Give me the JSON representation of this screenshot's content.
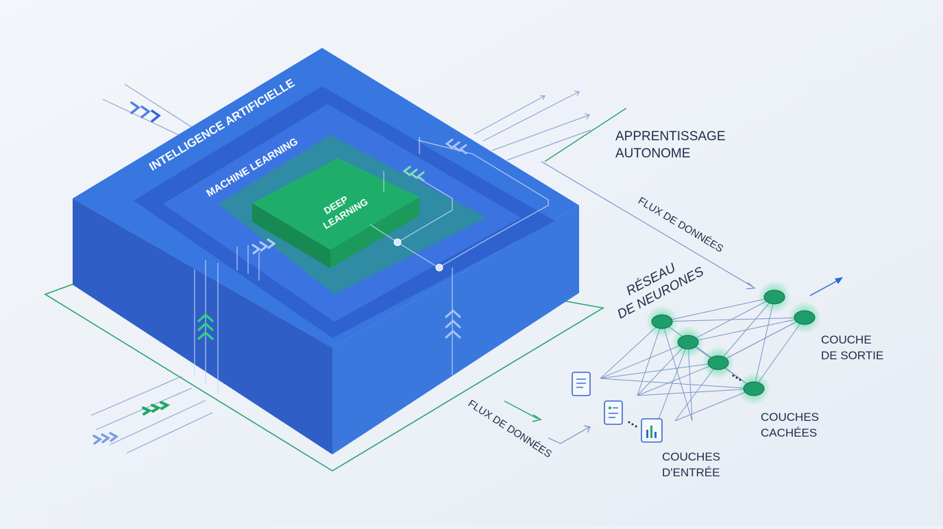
{
  "labels": {
    "ai": "INTELLIGENCE ARTIFICIELLE",
    "ml": "MACHINE LEARNING",
    "dl_line1": "DEEP",
    "dl_line2": "LEARNING",
    "autonomous_line1": "APPRENTISSAGE",
    "autonomous_line2": "AUTONOME",
    "flow_upper": "FLUX DE DONNÉES",
    "flow_lower": "FLUX DE DONNÉES",
    "network_line1": "RÉSEAU",
    "network_line2": "DE NEURONES",
    "output_line1": "COUCHE",
    "output_line2": "DE SORTIE",
    "hidden_line1": "COUCHES",
    "hidden_line2": "CACHÉES",
    "input_line1": "COUCHES",
    "input_line2": "D'ENTRÉE"
  },
  "colors": {
    "background": "#eef2f7",
    "ai_blue": "#3a73dc",
    "ai_blue_dark": "#2f5fc6",
    "ml_blue": "#3566cf",
    "dl_green": "#1fa866",
    "node_green": "#1f9e6c",
    "line_blue": "#6f8fc9",
    "outline_green": "#27a468",
    "text_dark": "#1c2b45"
  },
  "icons": [
    "chevron-right-icon",
    "chevron-up-icon",
    "document-icon",
    "bar-chart-icon",
    "arrow-icon"
  ]
}
